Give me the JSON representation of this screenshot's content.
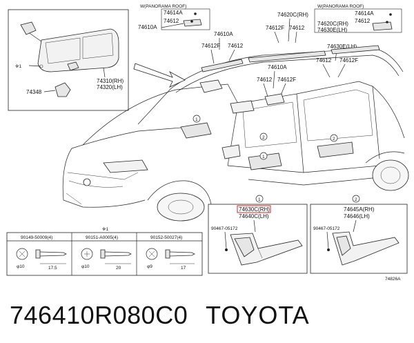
{
  "diagram": {
    "code": "74826A",
    "inset_visor": {
      "labels": [
        "74310(RH)",
        "74320(LH)",
        "74348",
        "※1"
      ]
    },
    "panorama_header_left": "W(PANORAMA ROOF)",
    "panorama_header_right": "W(PANORAMA ROOF)",
    "callouts": {
      "p74614A_l": "74614A",
      "p74612_l1": "74612",
      "p74610A_l1": "74610A",
      "p74610A_l2": "74610A",
      "p74612F_l": "74612F",
      "p74612_l2": "74612",
      "p74620C_c": "74620C(RH)",
      "p74612F_c": "74612F",
      "p74612_c": "74612",
      "p74610A_c": "74610A",
      "p74612_c2": "74612",
      "p74612F_c2": "74612F",
      "p74614A_r": "74614A",
      "p74612_r1": "74612",
      "p74620C_r": "74620C(RH)",
      "p74630E_r": "74630E(LH)",
      "p74630E_c": "74630E(LH)",
      "p74612_r2": "74612",
      "p74612F_r": "74612F"
    },
    "circle_1": "1",
    "circle_2": "2",
    "screws": {
      "title": "※1",
      "items": [
        {
          "part": "90149-50009(4)",
          "d": "φ10",
          "l": "17.5"
        },
        {
          "part": "90151-A0005(4)",
          "d": "φ10",
          "l": "20"
        },
        {
          "part": "90152-50027(4)",
          "d": "φ9",
          "l": "17"
        }
      ]
    },
    "detail_1": {
      "circle": "1",
      "line_a": "74630C(RH)",
      "line_b": "74640C(LH)",
      "clip": "90467-05172"
    },
    "detail_2": {
      "circle": "2",
      "line_a": "74645A(RH)",
      "line_b": "74646(LH)",
      "clip": "90467-05172"
    }
  },
  "footer": {
    "part_number": "746410R080C0",
    "brand": "TOYOTA"
  }
}
